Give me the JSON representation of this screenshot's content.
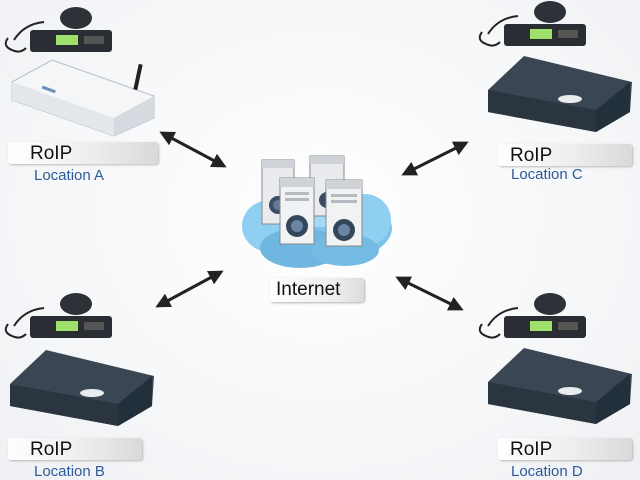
{
  "device_label": "RoIP",
  "internet_label": "Internet",
  "locations": {
    "a": "Location A",
    "b": "Location B",
    "c": "Location C",
    "d": "Location D"
  }
}
